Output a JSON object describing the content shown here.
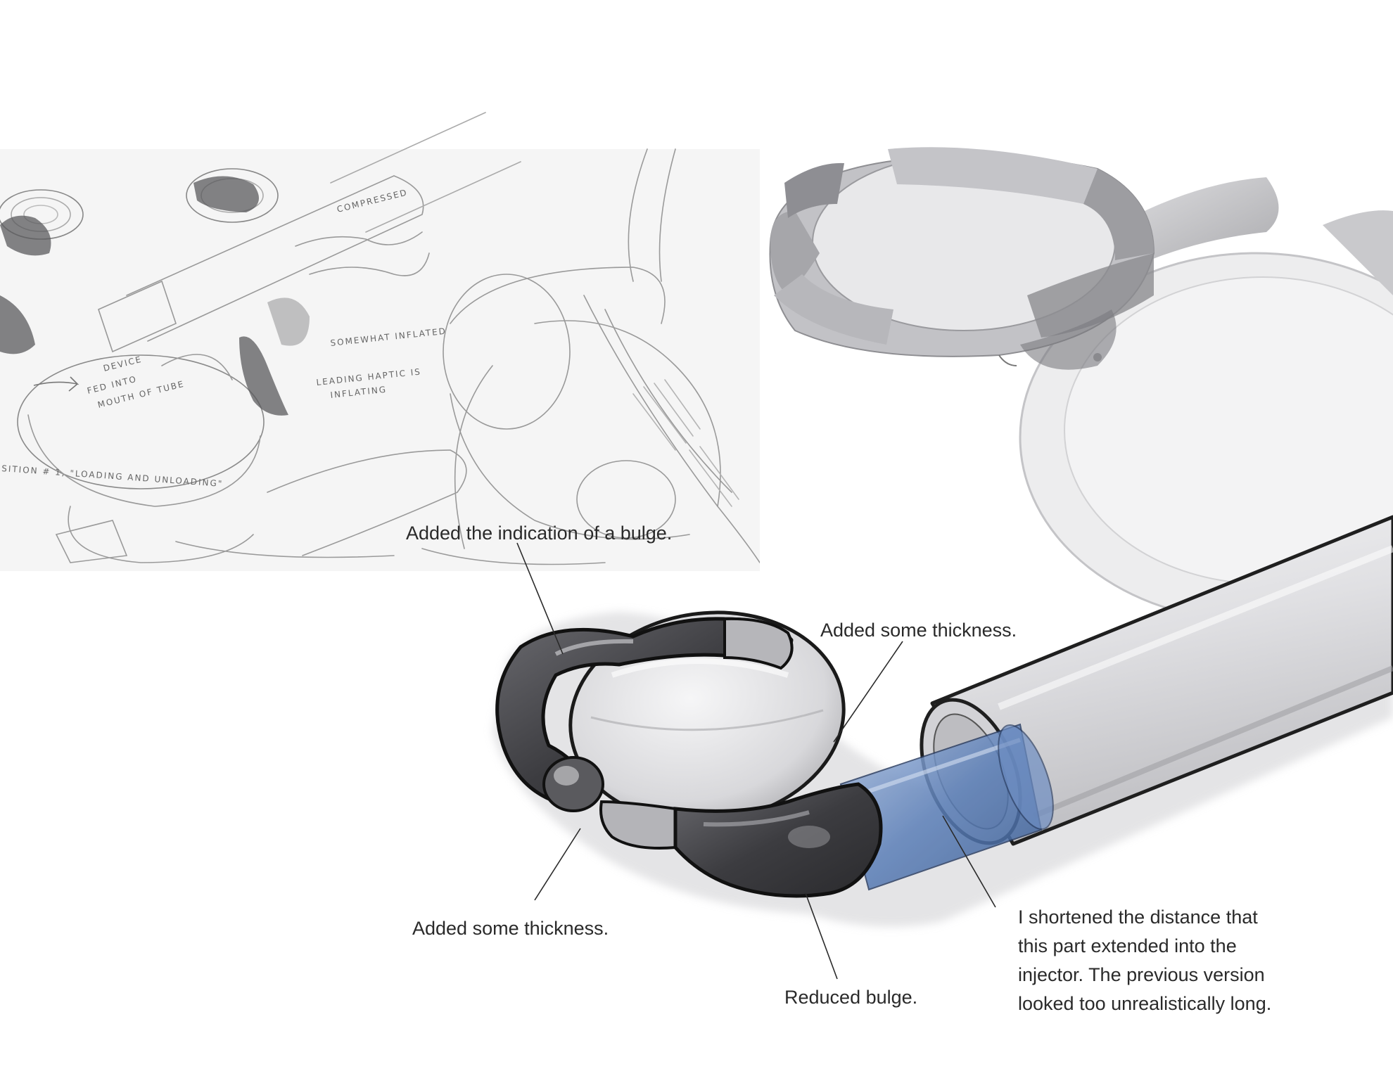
{
  "annotations": {
    "bulge": "Added the indication of a bulge.",
    "thickness_top": "Added some thickness.",
    "thickness_left": "Added some thickness.",
    "reduced_bulge": "Reduced bulge.",
    "injector_note": [
      "I shortened the distance that",
      "this part extended into the",
      "injector.  The previous version",
      "looked too unrealistically long."
    ]
  },
  "sketch_notes": {
    "compressed": "COMPRESSED",
    "somewhat_inflated": "SOMEWHAT INFLATED",
    "leading_haptic_1": "LEADING HAPTIC IS",
    "leading_haptic_2": "INFLATING",
    "device_1": "DEVICE",
    "device_2": "FED INTO",
    "device_3": "MOUTH OF TUBE",
    "position": "SITION # 1, \"LOADING AND UNLOADING\""
  },
  "colors": {
    "haptic_dark": "#4a4a4e",
    "haptic_light": "#b8b8bc",
    "sleeve_blue": "#5b7fb8",
    "tube_grey": "#d9d9dc",
    "label_text": "#2a2a2a"
  }
}
